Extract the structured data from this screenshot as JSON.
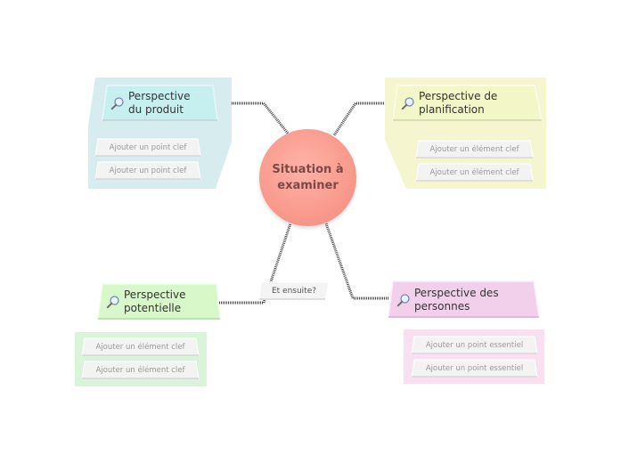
{
  "center": {
    "label": "Situation à\nexaminer"
  },
  "topics": {
    "produit": {
      "label": "Perspective\ndu produit",
      "color": "#c6eff0",
      "panel_color": "#d6ecef",
      "items": [
        "Ajouter un point clef",
        "Ajouter un point clef"
      ]
    },
    "planification": {
      "label": "Perspective de\nplanification",
      "color": "#f3f6c6",
      "panel_color": "#f5f6cf",
      "items": [
        "Ajouter un élément clef",
        "Ajouter un élément clef"
      ]
    },
    "potentielle": {
      "label": "Perspective\npotentielle",
      "color": "#d8f8c9",
      "panel_color": "#d9f4d8",
      "items": [
        "Ajouter un élément clef",
        "Ajouter un élément clef"
      ]
    },
    "personnes": {
      "label": "Perspective des\npersonnes",
      "color": "#f2d0ec",
      "panel_color": "#f8e0f1",
      "items": [
        "Ajouter un point essentiel",
        "Ajouter un point essentiel"
      ]
    }
  },
  "floating": {
    "label": "Et ensuite?"
  },
  "icons": {
    "topic_icon": "magnifier-icon"
  }
}
